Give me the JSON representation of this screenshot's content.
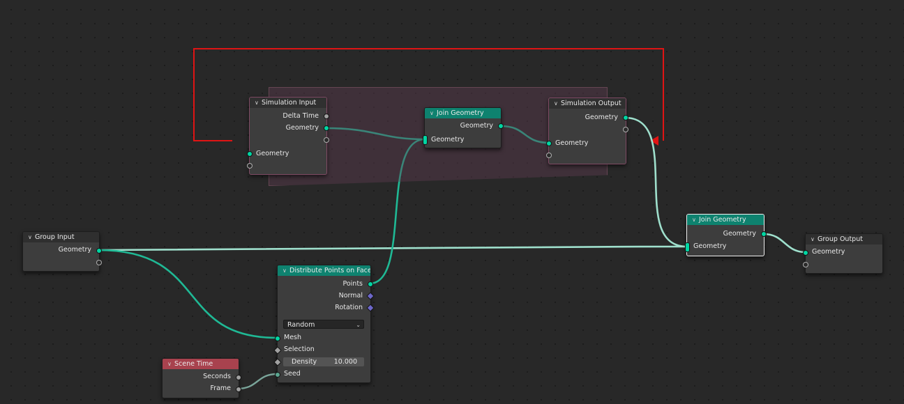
{
  "nodes": {
    "simulation_input": {
      "title": "Simulation Input",
      "outputs": [
        "Delta Time",
        "Geometry"
      ],
      "inputs": [
        "Geometry"
      ]
    },
    "join_geometry_1": {
      "title": "Join Geometry",
      "outputs": [
        "Geometry"
      ],
      "inputs": [
        "Geometry"
      ]
    },
    "simulation_output": {
      "title": "Simulation Output",
      "outputs": [
        "Geometry"
      ],
      "inputs": [
        "Geometry"
      ]
    },
    "join_geometry_2": {
      "title": "Join Geometry",
      "outputs": [
        "Geometry"
      ],
      "inputs": [
        "Geometry"
      ]
    },
    "group_input": {
      "title": "Group Input",
      "outputs": [
        "Geometry"
      ]
    },
    "group_output": {
      "title": "Group Output",
      "inputs": [
        "Geometry"
      ]
    },
    "distribute_points": {
      "title": "Distribute Points on Faces",
      "outputs": [
        "Points",
        "Normal",
        "Rotation"
      ],
      "mode": "Random",
      "inputs": [
        "Mesh",
        "Selection",
        "Density",
        "Seed"
      ],
      "density_value": "10.000"
    },
    "scene_time": {
      "title": "Scene Time",
      "outputs": [
        "Seconds",
        "Frame"
      ]
    }
  },
  "colors": {
    "geometry_socket": "#00d6a3",
    "float_socket": "#a1a1a1",
    "vector_socket": "#6d67c9",
    "loop_arrow": "#e01414",
    "teal_header": "#0e826f",
    "input_header": "#a8424e"
  },
  "icons": {
    "collapse": "chevron-down-icon",
    "dropdown": "chevron-down-icon"
  }
}
